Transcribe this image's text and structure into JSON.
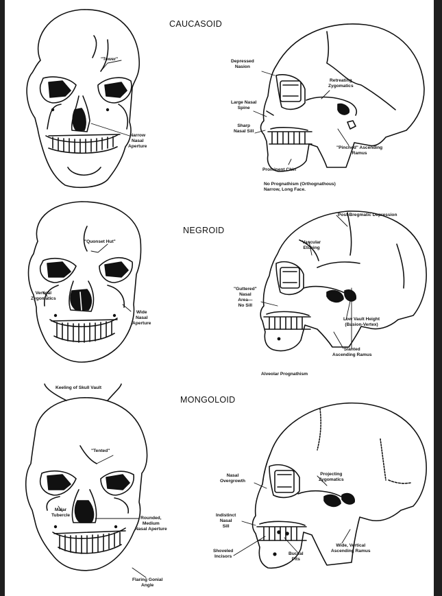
{
  "headings": {
    "caucasoid": "CAUCASOID",
    "negroid": "NEGROID",
    "mongoloid": "MONGOLOID"
  },
  "caucasoid_front": {
    "tower": "\"Tower\"",
    "narrow_nasal": "Narrow\nNasal\nAperture"
  },
  "caucasoid_side": {
    "depressed_nasion": "Depressed\nNasion",
    "retreating_zygomatics": "Retreating\nZygomatics",
    "large_nasal_spine": "Large Nasal\nSpine",
    "sharp_nasal_sill": "Sharp\nNasal Sill",
    "pinched_ramus": "\"Pinched\" Ascending\nRamus",
    "prominent_chin": "Prominent Chin",
    "caption": "No Prognathism (Orthognathous)\nNarrow, Long Face."
  },
  "negroid_front": {
    "quonset_hut": "\"Quonset Hut\"",
    "vertical_zygomatics": "Vertical\nZygomatics",
    "wide_nasal": "Wide\nNasal\nAperture"
  },
  "negroid_side": {
    "post_bregmatic": "Post-Bregmatic Depression",
    "vascular_etching": "Vascular\nEtching",
    "guttered_nasal": "\"Guttered\"\nNasal\nArea—\nNo Sill",
    "low_vault": "Low Vault Height\n(Basion-Vertex)",
    "slanted_ramus": "Slanted\nAscending Ramus",
    "caption": "Alveolar Prognathism"
  },
  "mongoloid_front": {
    "keeling": "Keeling of Skull Vault",
    "tented": "\"Tented\"",
    "malar_tubercle": "Malar\nTubercle",
    "rounded_nasal": "Rounded,\nMedium\nNasal Aperture",
    "flaring_gonial": "Flaring Gonial\nAngle"
  },
  "mongoloid_side": {
    "nasal_overgrowth": "Nasal\nOvergrowth",
    "projecting_zygomatics": "Projecting\nZygomatics",
    "indistinct_sill": "Indistinct\nNasal\nSill",
    "shoveled_incisors": "Shoveled\nIncisors",
    "buccal_pits": "Buccal\nPits",
    "wide_ramus": "Wide, Vertical\nAscending Ramus"
  }
}
